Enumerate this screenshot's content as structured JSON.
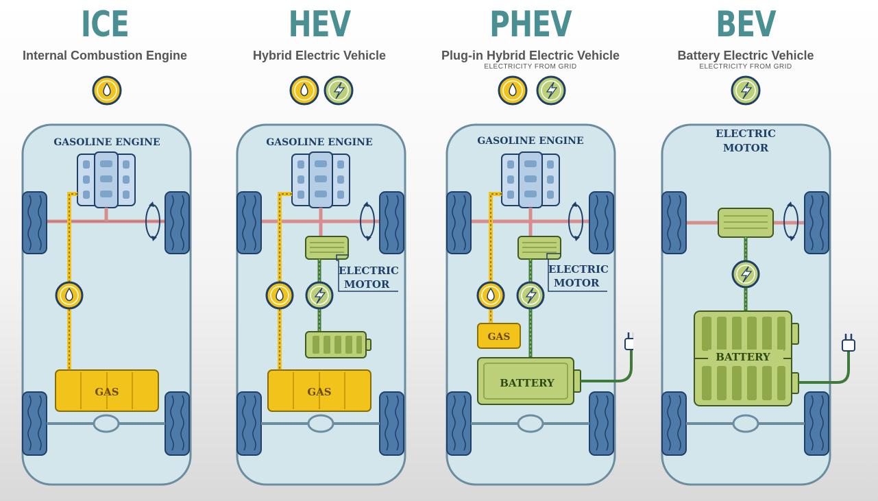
{
  "vehicles": [
    {
      "abbr": "ICE",
      "full": "Internal Combustion Engine",
      "sub": "",
      "engine_label": "GASOLINE ENGINE",
      "gas_label": "GAS"
    },
    {
      "abbr": "HEV",
      "full": "Hybrid Electric Vehicle",
      "sub": "",
      "engine_label": "GASOLINE ENGINE",
      "motor_label_1": "ELECTRIC",
      "motor_label_2": "MOTOR",
      "gas_label": "GAS"
    },
    {
      "abbr": "PHEV",
      "full": "Plug-in Hybrid Electric Vehicle",
      "sub": "ELECTRICITY FROM GRID",
      "engine_label": "GASOLINE ENGINE",
      "motor_label_1": "ELECTRIC",
      "motor_label_2": "MOTOR",
      "gas_label": "GAS",
      "battery_label": "BATTERY"
    },
    {
      "abbr": "BEV",
      "full": "Battery Electric Vehicle",
      "sub": "ELECTRICITY FROM GRID",
      "motor_label_1": "ELECTRIC",
      "motor_label_2": "MOTOR",
      "battery_label": "BATTERY"
    }
  ],
  "colors": {
    "title": "#4a8f91",
    "car_body": "#d3e6ec",
    "car_outline": "#6c8da0",
    "wheel": "#4d7aa8",
    "gas": "#f2c31a",
    "battery": "#bcd07a",
    "electric_line": "#3f7a3b",
    "fuel_line": "#f2c31a",
    "axle": "#d98c8c"
  },
  "icons": [
    "fuel-drop-icon",
    "electricity-bolt-icon",
    "power-plug-icon",
    "rotation-arrow-icon"
  ]
}
